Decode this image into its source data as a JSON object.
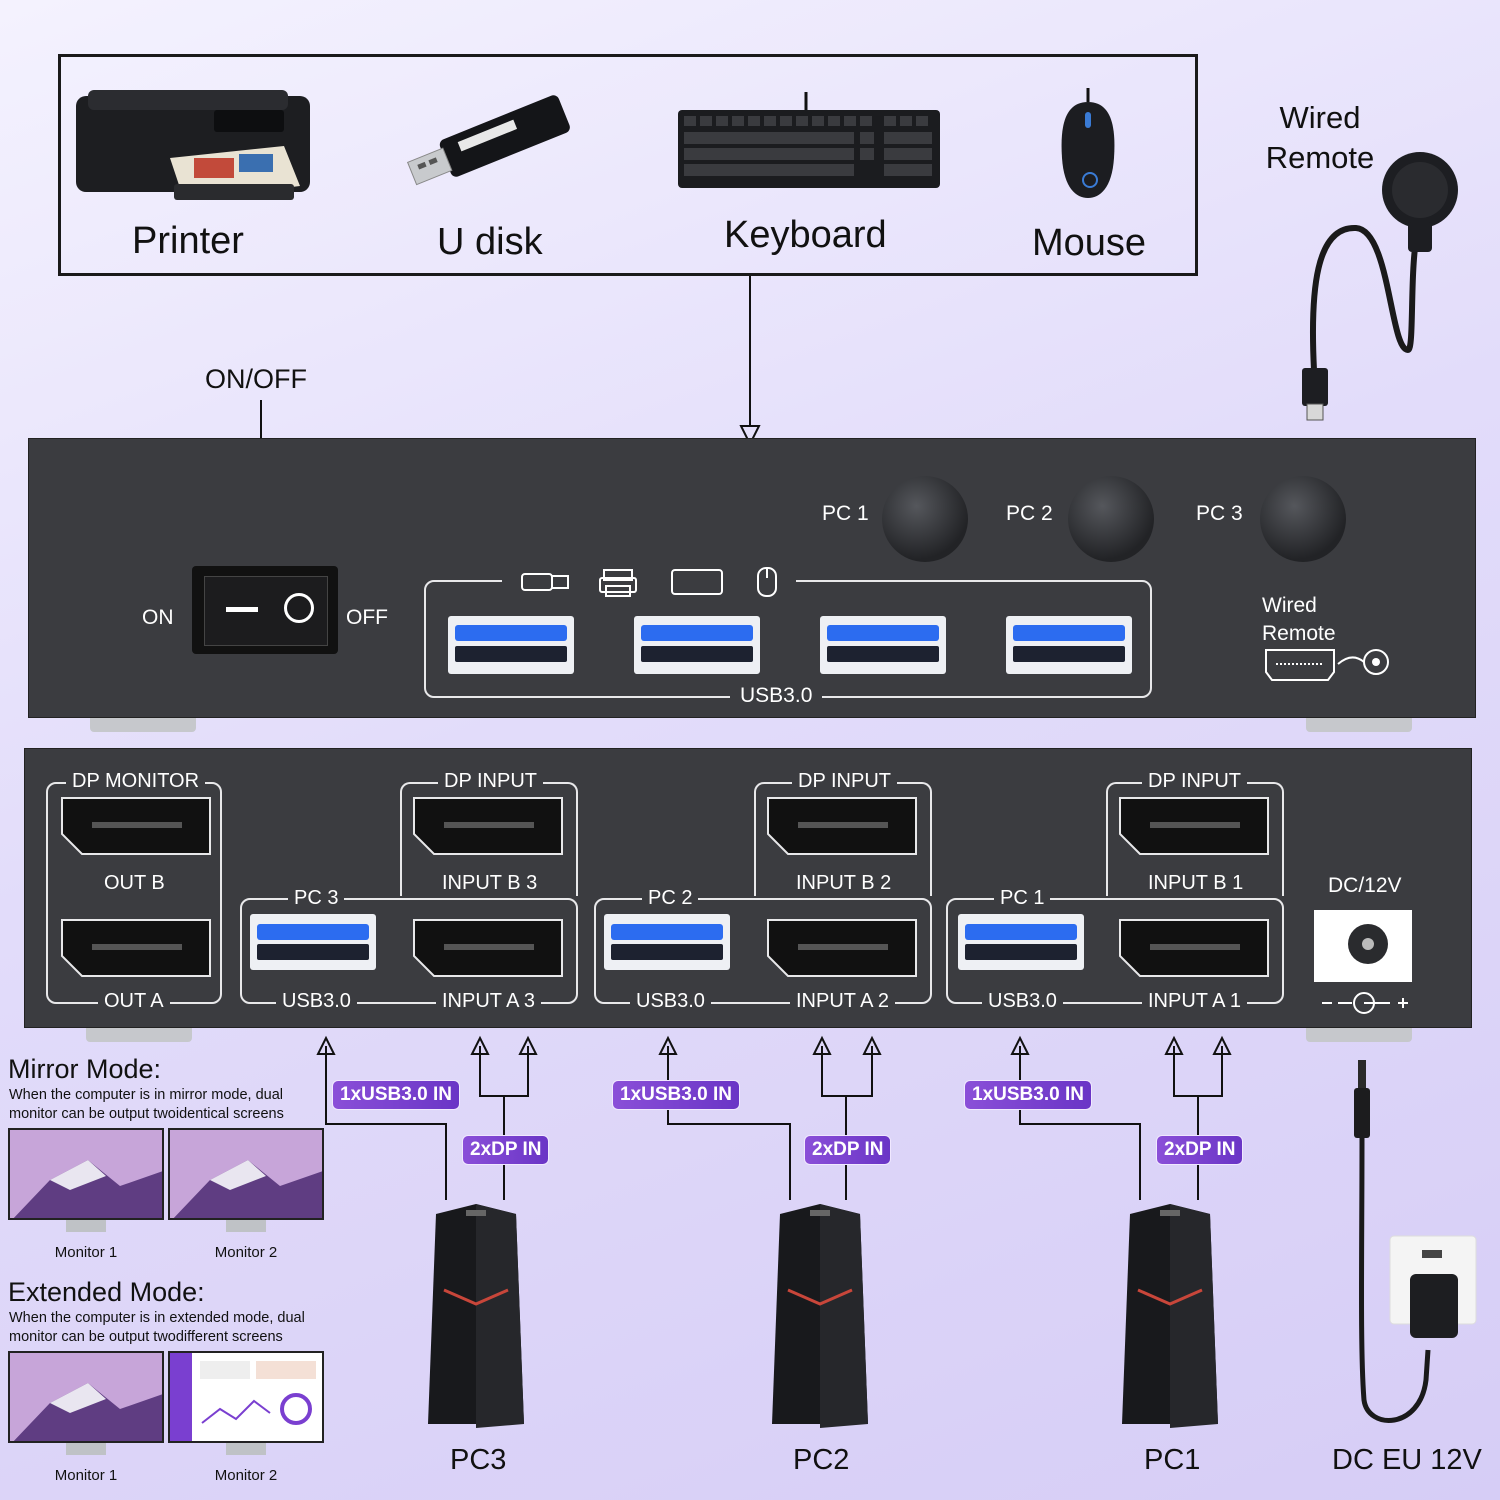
{
  "peripherals": {
    "printer": "Printer",
    "udisk": "U disk",
    "keyboard": "Keyboard",
    "mouse": "Mouse"
  },
  "wired_remote": "Wired\nRemote",
  "on_off": "ON/OFF",
  "front_panel": {
    "on": "ON",
    "off": "OFF",
    "pc1": "PC 1",
    "pc2": "PC 2",
    "pc3": "PC 3",
    "usb_group": "USB3.0",
    "remote_line1": "Wired",
    "remote_line2": "Remote"
  },
  "back_panel": {
    "dp_monitor": "DP MONITOR",
    "out_b": "OUT B",
    "out_a": "OUT A",
    "groups": [
      {
        "pc": "PC 3",
        "dp_input": "DP INPUT",
        "input_b": "INPUT B 3",
        "input_a": "INPUT A 3",
        "usb": "USB3.0"
      },
      {
        "pc": "PC 2",
        "dp_input": "DP INPUT",
        "input_b": "INPUT B 2",
        "input_a": "INPUT A 2",
        "usb": "USB3.0"
      },
      {
        "pc": "PC 1",
        "dp_input": "DP INPUT",
        "input_b": "INPUT B 1",
        "input_a": "INPUT A 1",
        "usb": "USB3.0"
      }
    ],
    "dc": "DC/12V"
  },
  "connections": {
    "usb_in": "1xUSB3.0 IN",
    "dp_in": "2xDP IN"
  },
  "computers": [
    "PC3",
    "PC2",
    "PC1"
  ],
  "power": "DC EU 12V",
  "mirror_mode": {
    "title": "Mirror Mode:",
    "desc": "When the computer is in mirror mode, dual monitor can be output twoidentical screens",
    "monitor1": "Monitor 1",
    "monitor2": "Monitor 2"
  },
  "extended_mode": {
    "title": "Extended Mode:",
    "desc": "When the computer is in extended mode, dual monitor can be output twodifferent screens",
    "monitor1": "Monitor 1",
    "monitor2": "Monitor 2"
  },
  "colors": {
    "tag": "#7a44d0",
    "device": "#3b3c40",
    "usb_blue": "#2c6cf0"
  }
}
